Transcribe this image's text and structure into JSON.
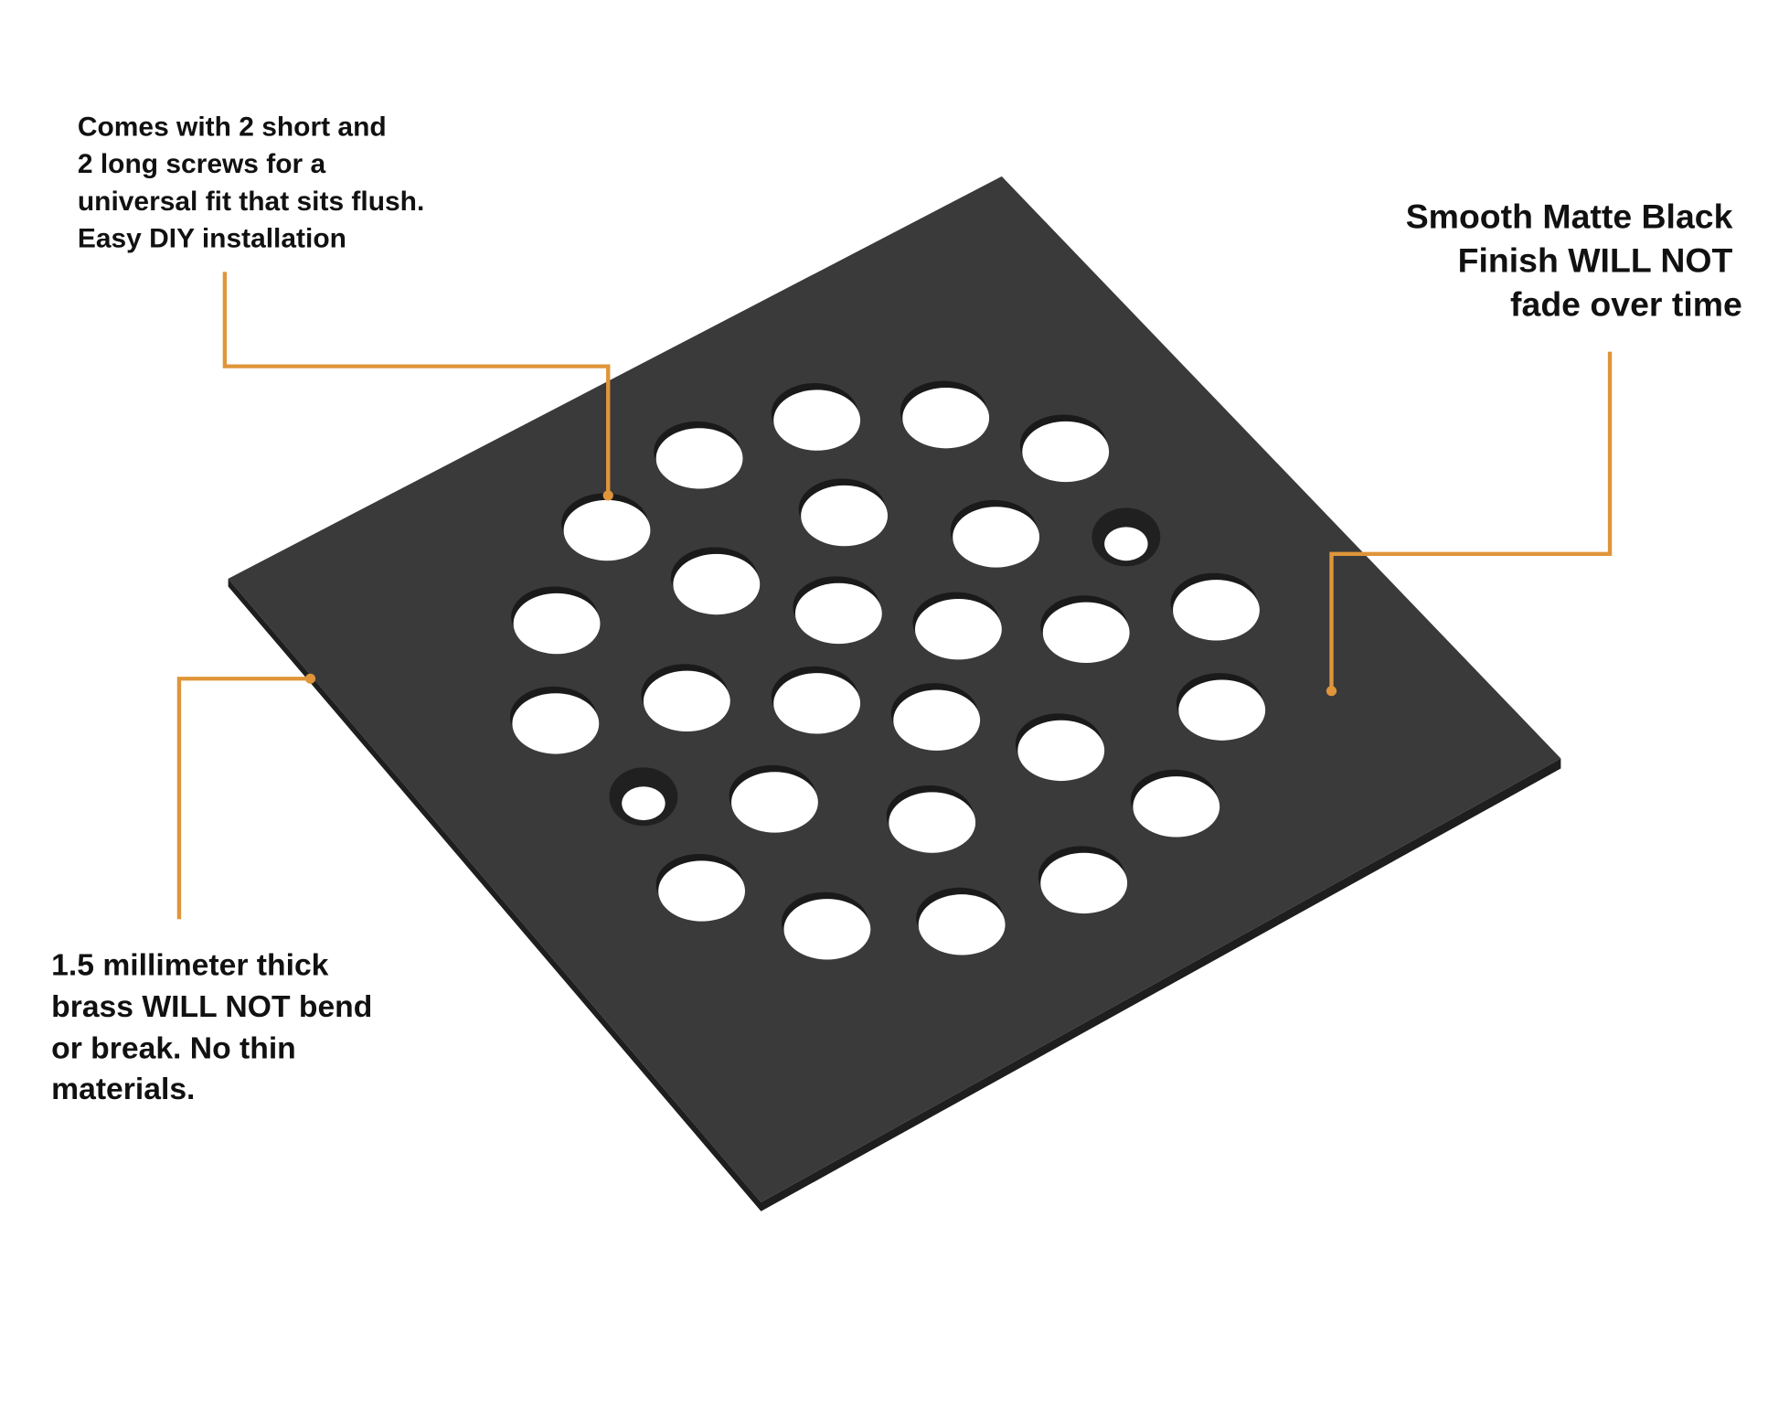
{
  "callouts": {
    "screws": {
      "lines": [
        "Comes with 2 short and",
        "2 long screws for a",
        "universal fit that sits flush.",
        "Easy DIY installation"
      ]
    },
    "finish": {
      "lines": [
        "Smooth Matte Black",
        "Finish WILL NOT",
        "fade over time"
      ]
    },
    "thickness": {
      "lines": [
        "1.5 millimeter thick",
        "brass WILL NOT bend",
        "or break. No thin",
        "materials."
      ]
    }
  },
  "colors": {
    "plate": "#3a3a3a",
    "plate_edge": "#1e1e1e",
    "leader": "#e0953a",
    "text": "#111111",
    "background": "#ffffff"
  }
}
